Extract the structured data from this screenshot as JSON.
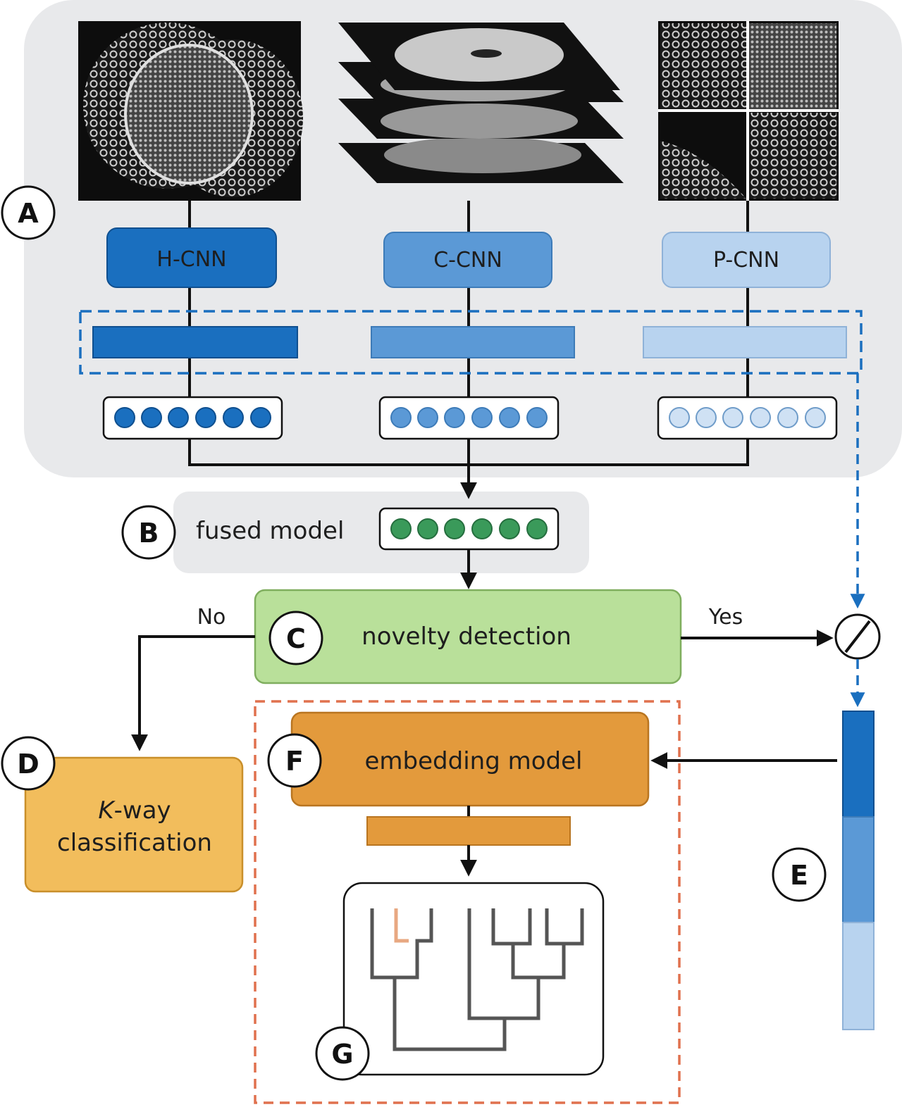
{
  "colors": {
    "dark_blue": "#1a6fbf",
    "mid_blue": "#5b99d6",
    "light_blue": "#b8d3ef",
    "green_node": "#3a9a5a",
    "green_box": "#b9e09a",
    "orange": "#e39a3c",
    "light_orange": "#f2bd5c",
    "red_dashed": "#e0714e",
    "panel_gray": "#e8e9eb"
  },
  "panels": {
    "a": {
      "letter": "A"
    },
    "b": {
      "letter": "B",
      "label": "fused model"
    },
    "c": {
      "letter": "C",
      "label": "novelty detection",
      "no_label": "No",
      "yes_label": "Yes"
    },
    "d": {
      "letter": "D",
      "label_italic": "K",
      "label_rest": "-way",
      "label_line2": "classification"
    },
    "e": {
      "letter": "E"
    },
    "f": {
      "letter": "F",
      "label": "embedding model"
    },
    "g": {
      "letter": "G"
    }
  },
  "cnns": [
    {
      "label": "H-CNN",
      "image": "hemisphere-pollen-image"
    },
    {
      "label": "C-CNN",
      "image": "cross-section-stack-image"
    },
    {
      "label": "P-CNN",
      "image": "patch-grid-image"
    }
  ],
  "icons": {
    "switch": "circle-slash-icon",
    "tree": "dendrogram-icon"
  }
}
